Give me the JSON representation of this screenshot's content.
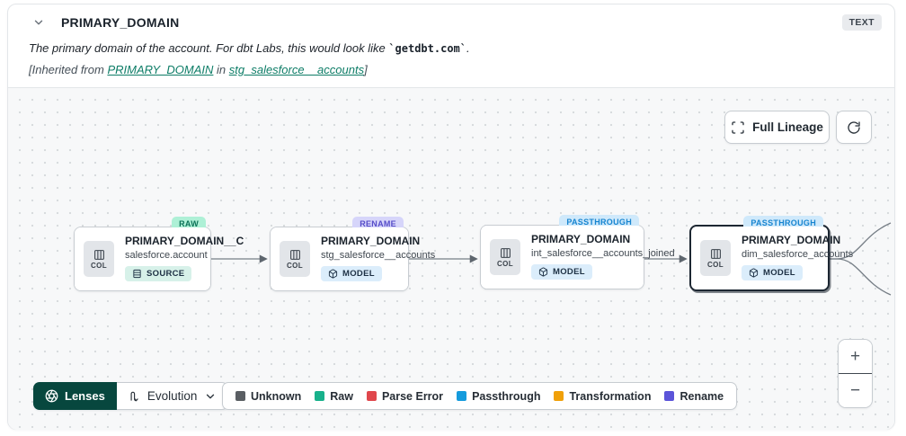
{
  "header": {
    "column_name": "PRIMARY_DOMAIN",
    "type_badge": "TEXT",
    "description_prefix": "The primary domain of the account. For dbt Labs, this would look like ",
    "description_code": "`getdbt.com`",
    "description_suffix": ".",
    "inherited": {
      "prefix": "[Inherited from ",
      "column_link": "PRIMARY_DOMAIN",
      "middle": " in ",
      "model_link": "stg_salesforce__accounts",
      "suffix": "]"
    }
  },
  "toolbar": {
    "full_lineage_label": "Full Lineage"
  },
  "nodes": [
    {
      "tag": "RAW",
      "tag_bg": "#aef0d6",
      "tag_fg": "#0d7258",
      "col_label": "COL",
      "title": "PRIMARY_DOMAIN__C",
      "subtitle": "salesforce.account",
      "kind": "SOURCE",
      "kind_bg": "#d7f1e9",
      "kind_fg": "#1d3044",
      "selected": false
    },
    {
      "tag": "RENAME",
      "tag_bg": "#d6d5fa",
      "tag_fg": "#554cc8",
      "col_label": "COL",
      "title": "PRIMARY_DOMAIN",
      "subtitle": "stg_salesforce__accounts",
      "kind": "MODEL",
      "kind_bg": "#dbedfb",
      "kind_fg": "#1d3044",
      "selected": false
    },
    {
      "tag": "PASSTHROUGH",
      "tag_bg": "#cfe9fb",
      "tag_fg": "#1885d0",
      "col_label": "COL",
      "title": "PRIMARY_DOMAIN",
      "subtitle": "int_salesforce__accounts_joined",
      "kind": "MODEL",
      "kind_bg": "#dbedfb",
      "kind_fg": "#1d3044",
      "selected": false
    },
    {
      "tag": "PASSTHROUGH",
      "tag_bg": "#cfe9fb",
      "tag_fg": "#1885d0",
      "col_label": "COL",
      "title": "PRIMARY_DOMAIN",
      "subtitle": "dim_salesforce_accounts",
      "kind": "MODEL",
      "kind_bg": "#dbedfb",
      "kind_fg": "#1d3044",
      "selected": true
    }
  ],
  "lenses": {
    "button_label": "Lenses",
    "button_bg": "#07473e",
    "dropdown_label": "Evolution"
  },
  "legend": {
    "items": [
      {
        "label": "Unknown",
        "color": "#5a5e63"
      },
      {
        "label": "Raw",
        "color": "#18b18b"
      },
      {
        "label": "Parse Error",
        "color": "#e0474c"
      },
      {
        "label": "Passthrough",
        "color": "#159bdd"
      },
      {
        "label": "Transformation",
        "color": "#f0a009"
      },
      {
        "label": "Rename",
        "color": "#5b54d9"
      }
    ]
  },
  "zoom_controls": {
    "zoom_in": "+",
    "zoom_out": "−"
  }
}
